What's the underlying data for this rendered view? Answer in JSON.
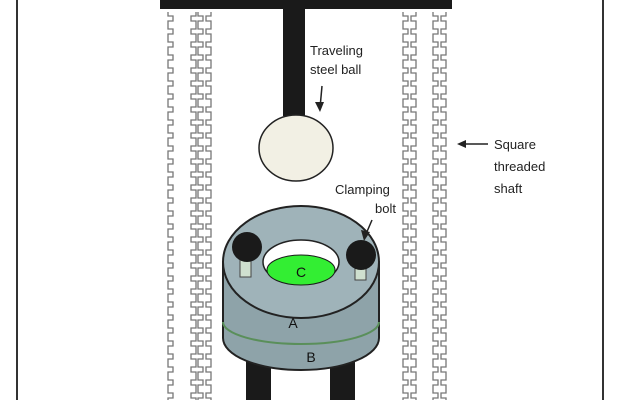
{
  "diagram": {
    "labels": {
      "traveling_line1": "Traveling",
      "traveling_line2": "steel ball",
      "clamping_line1": "Clamping",
      "clamping_line2": "bolt",
      "square_line1": "Square",
      "square_line2": "threaded",
      "square_line3": "shaft",
      "part_a": "A",
      "part_b": "B",
      "part_c": "C"
    },
    "colors": {
      "frame": "#1a1a1a",
      "platform_top": "#9fb3b9",
      "platform_side": "#8ea3a9",
      "specimen": "#33ee33",
      "ball": "#f2f0e4",
      "shaft_outline": "#777777",
      "ring_line": "#5a8f5a"
    }
  }
}
